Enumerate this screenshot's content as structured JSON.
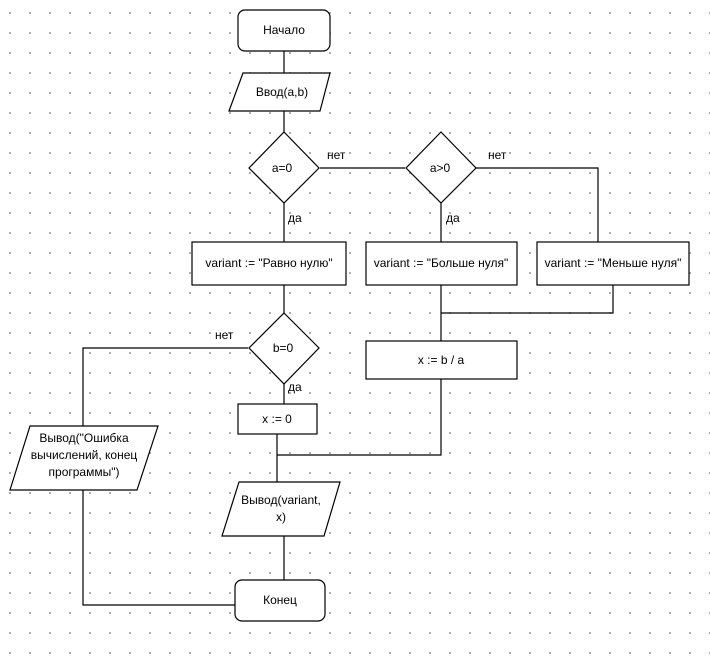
{
  "start": "Начало",
  "input": "Ввод(a,b)",
  "cond_a0": "a=0",
  "cond_a_pos": "a>0",
  "cond_b0": "b=0",
  "assign_zero": "variant := \"Равно нулю\"",
  "assign_positive": "variant := \"Больше нуля\"",
  "assign_negative": "variant := \"Меньше нуля\"",
  "compute_x": "x := b / a",
  "assign_x0": "x := 0",
  "error_output": [
    "Вывод(\"Ошибка",
    "вычислений, конец",
    "программы\")"
  ],
  "result_output": [
    "Вывод(variant,",
    "x)"
  ],
  "end": "Конец",
  "labels": {
    "no_a0": "нет",
    "yes_a0": "да",
    "no_apos": "нет",
    "yes_apos": "да",
    "no_b0": "нет",
    "yes_b0": "да"
  }
}
